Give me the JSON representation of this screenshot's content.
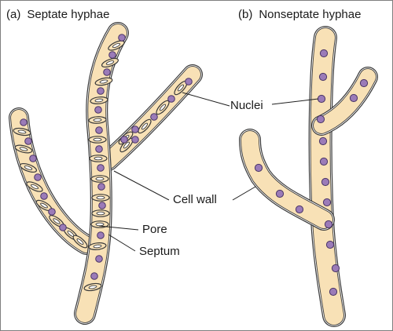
{
  "panels": {
    "a": {
      "letter": "(a)",
      "title": "Septate hyphae"
    },
    "b": {
      "letter": "(b)",
      "title": "Nonseptate hyphae"
    }
  },
  "labels": {
    "nuclei": "Nuclei",
    "cell_wall": "Cell wall",
    "pore": "Pore",
    "septum": "Septum"
  },
  "colors": {
    "cytoplasm": "#f8e1b6",
    "wall_outline": "#3a3a3a",
    "nucleus_fill": "#9b7bb8",
    "nucleus_outline": "#4a3566",
    "border": "#7f7f7f"
  }
}
